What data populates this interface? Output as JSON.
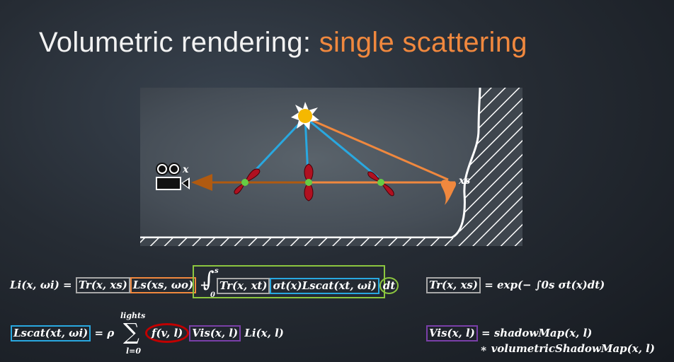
{
  "title": {
    "part1": "Volumetric rendering: ",
    "part2": "single scattering"
  },
  "diagram": {
    "camera_label": "x",
    "surface_label": "xs"
  },
  "colors": {
    "title_accent": "#f0883e",
    "blue_ray": "#29a8e0",
    "orange_ray": "#f0883e",
    "phase_lobe": "#b01020",
    "green_box": "#8cc63f",
    "purple_box": "#7a3fa8",
    "grey_box": "#a8a8a8"
  },
  "eq1": {
    "lhs": "Li(x, ωi) =",
    "tr": "Tr(x, xs)",
    "ls": "Ls(xs, ωo)",
    "plus": "+",
    "int_upper": "s",
    "int_lower": "0",
    "tr2": "Tr(x, xt)",
    "sigma": "σt(x)",
    "lscat": "Lscat(xt, ωi)",
    "dt": "dt"
  },
  "eq2": {
    "tr": "Tr(x, xs)",
    "rhs": "= exp(− ∫0s σt(x)dt)"
  },
  "eq3": {
    "lscat": "Lscat(xt, ωi)",
    "eq": "= ρ",
    "sum_upper": "lights",
    "sum_lower": "l=0",
    "f": "f(v, l)",
    "vis": "Vis(x, l)",
    "li": "Li(x, l)"
  },
  "eq4": {
    "vis": "Vis(x, l)",
    "rhs1": "= shadowMap(x, l)",
    "rhs2": "∗ volumetricShadowMap(x, l)"
  }
}
